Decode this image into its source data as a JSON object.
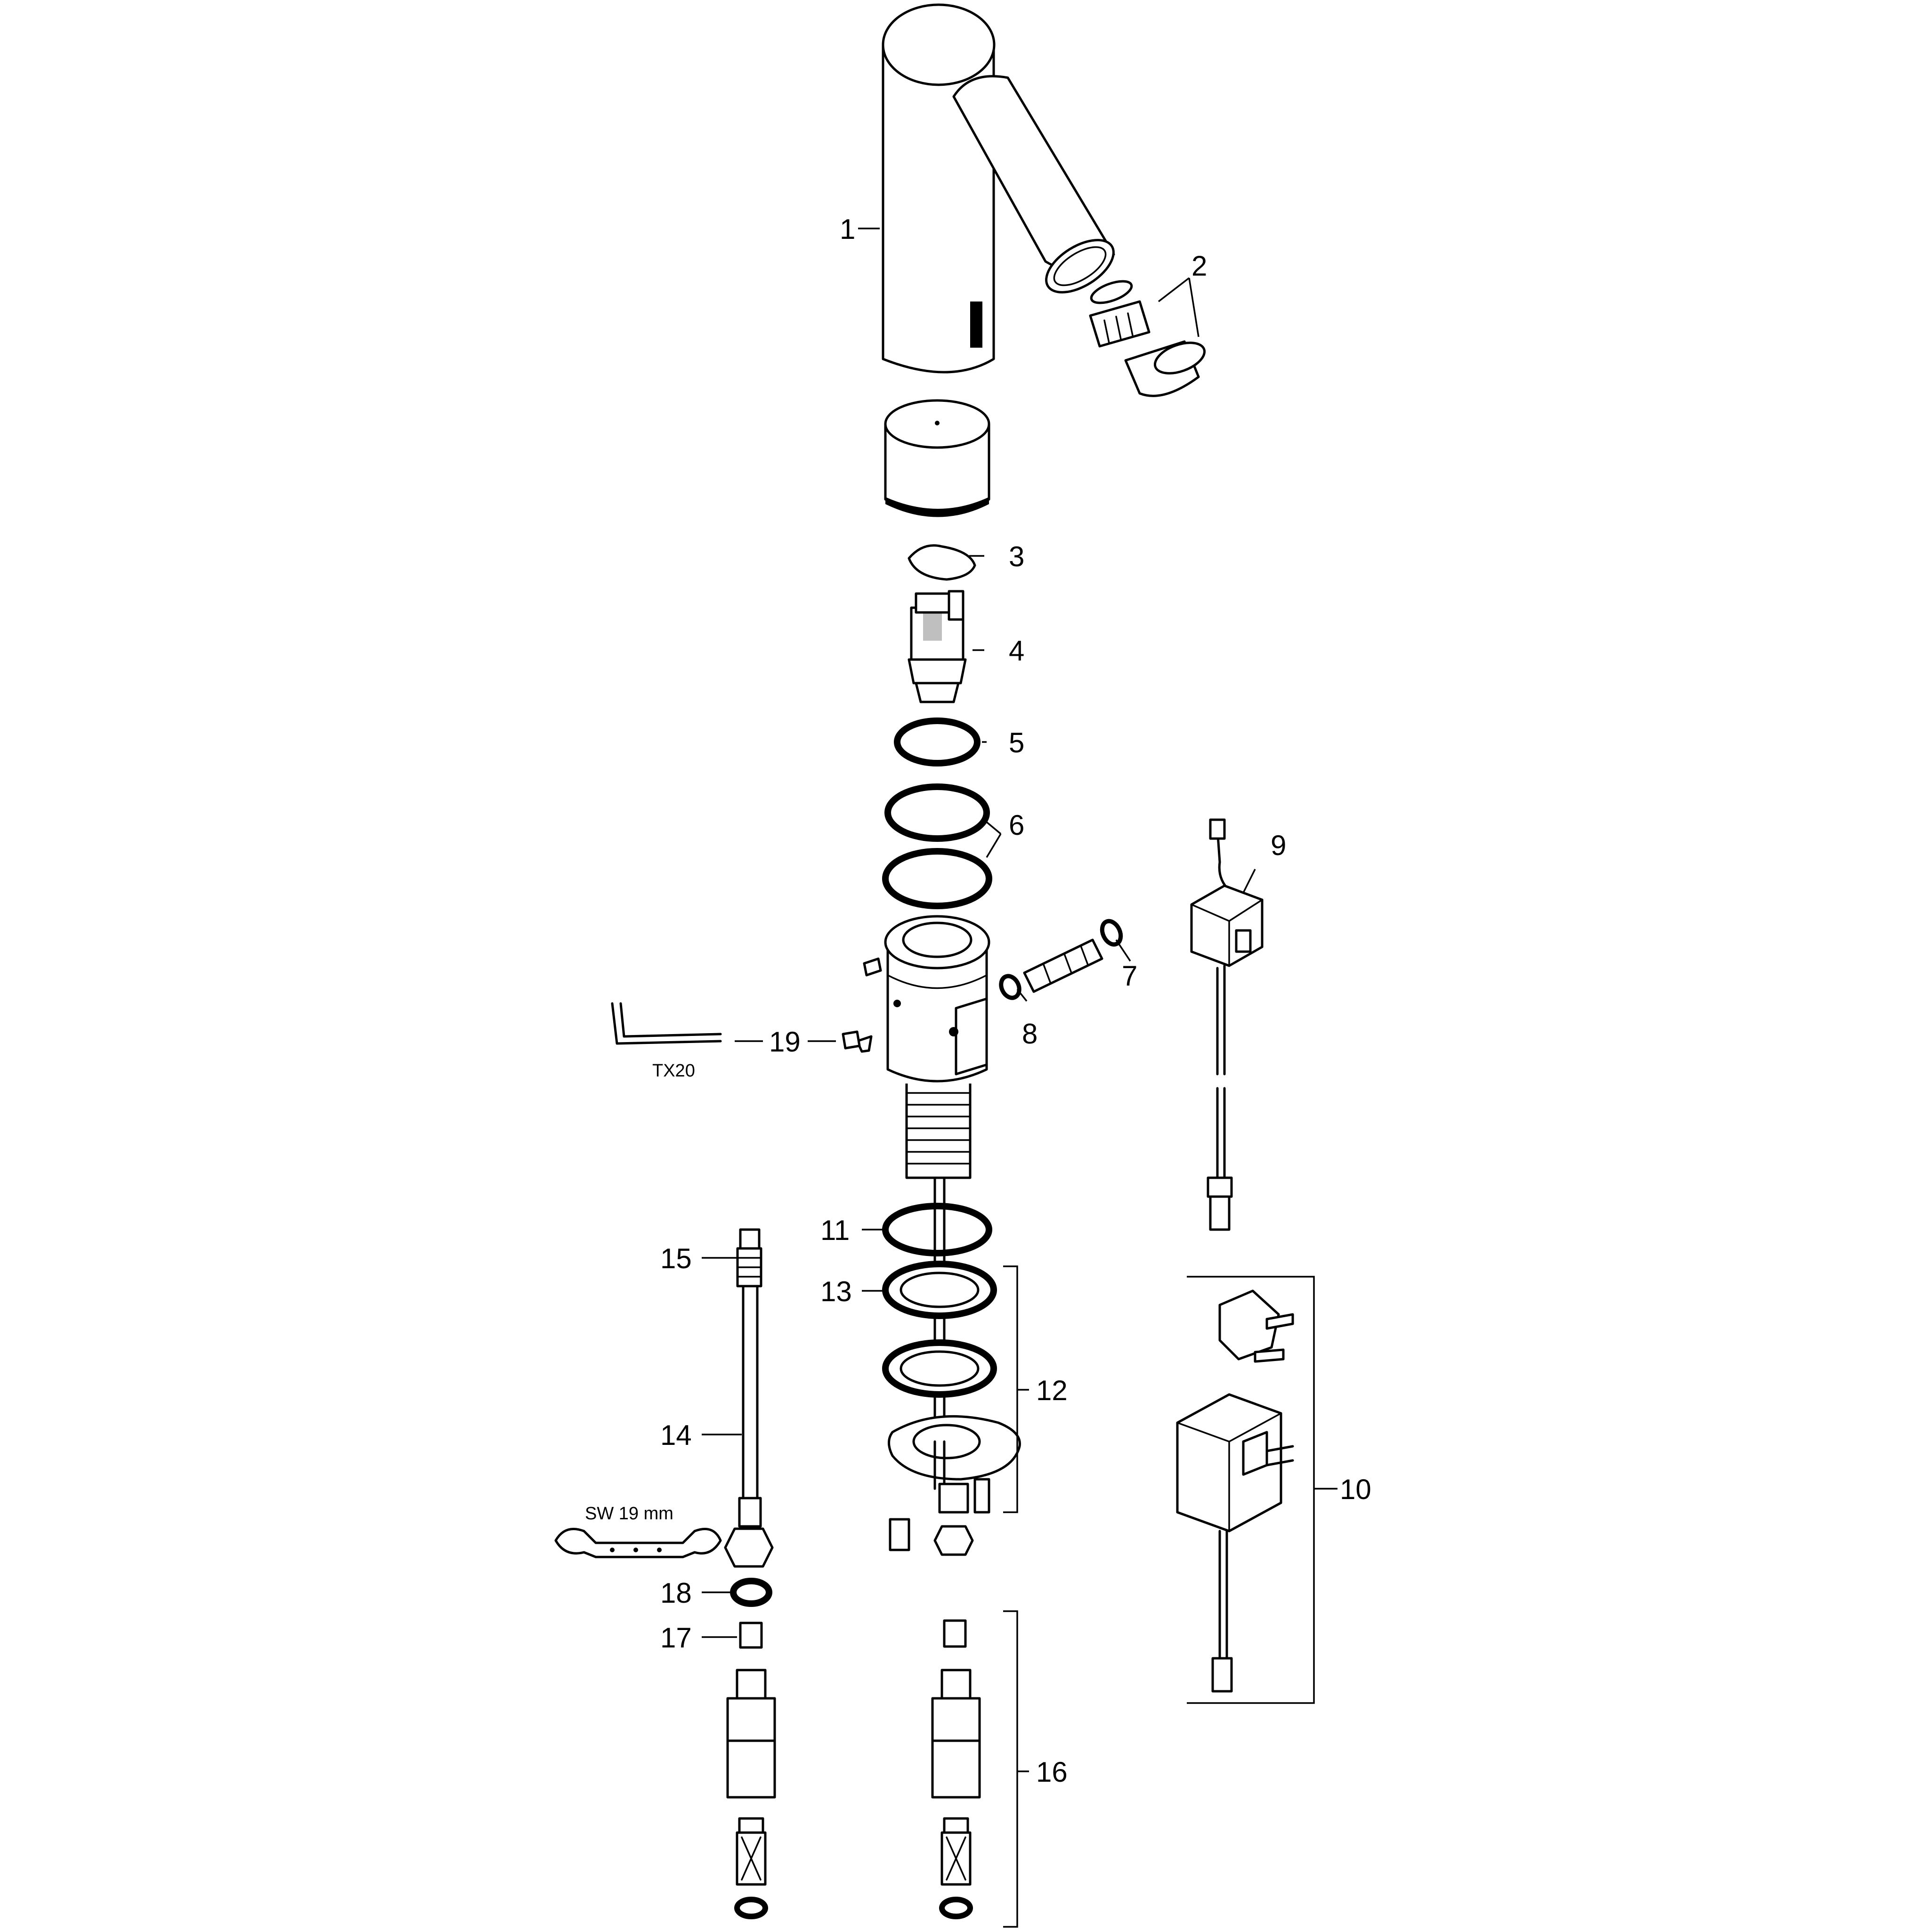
{
  "diagram": {
    "callouts": [
      "1",
      "2",
      "3",
      "4",
      "5",
      "6",
      "7",
      "8",
      "9",
      "10",
      "11",
      "12",
      "13",
      "14",
      "15",
      "16",
      "17",
      "18",
      "19"
    ],
    "tool_labels": {
      "hex_key": "TX20",
      "wrench": "SW 19 mm"
    }
  }
}
